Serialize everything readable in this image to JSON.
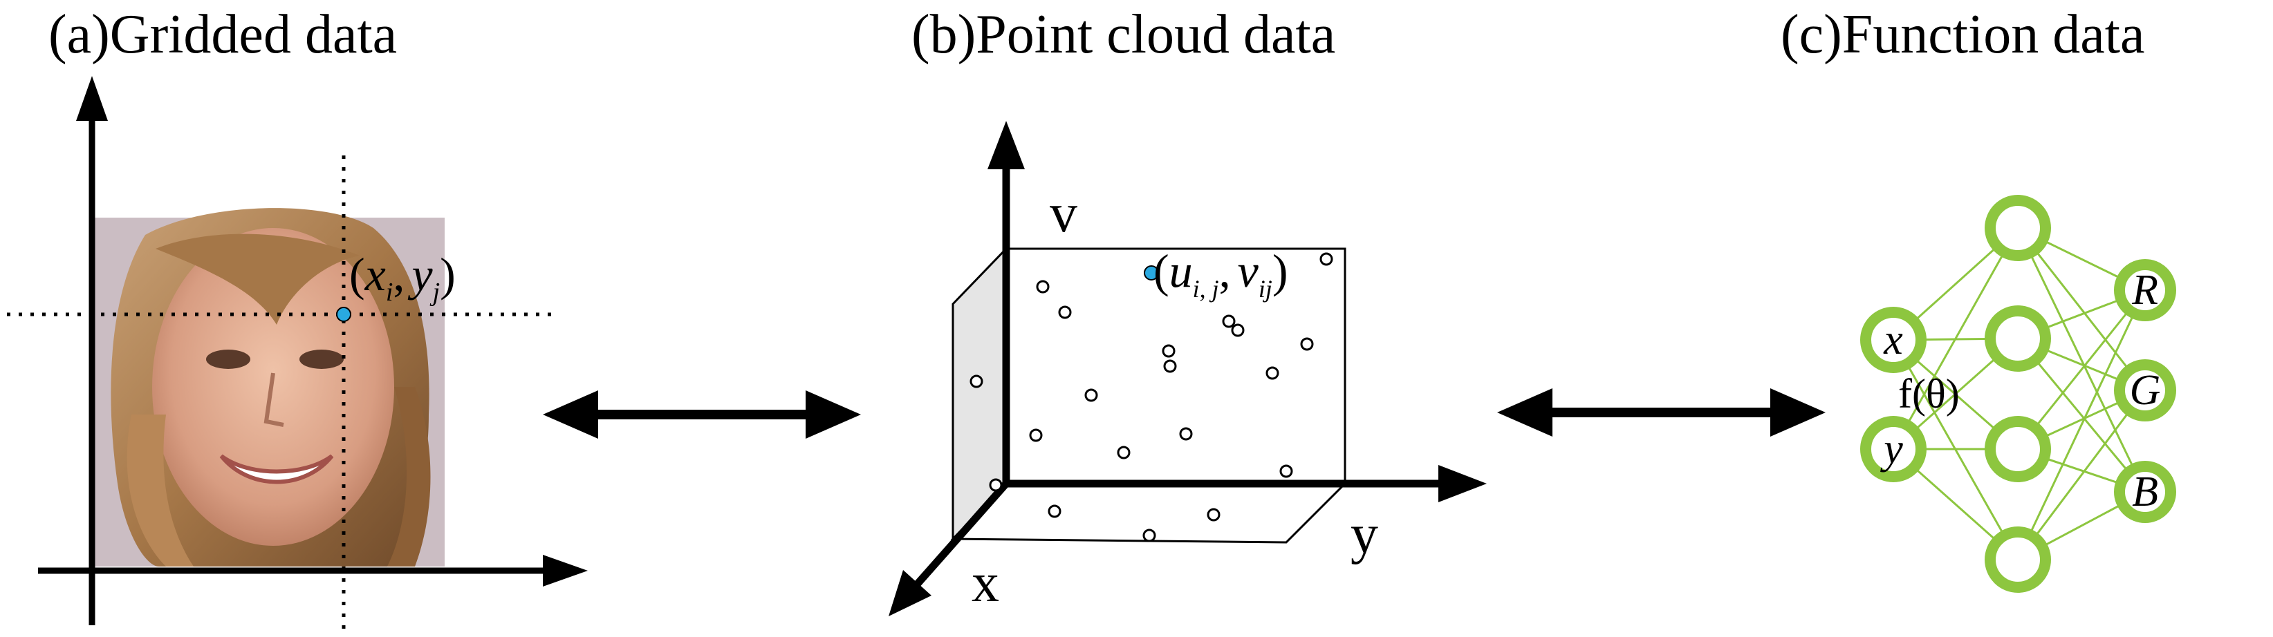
{
  "panels": {
    "a": {
      "title": "(a)Gridded data",
      "point_label": {
        "open": "(",
        "x": "x",
        "x_sub": "i",
        "comma": ",",
        "y": "y",
        "y_sub": "j",
        "close": ")"
      }
    },
    "b": {
      "title": "(b)Point cloud data",
      "axis_v": "v",
      "axis_y": "y",
      "axis_x": "x",
      "point_label": {
        "open": "(",
        "u": "u",
        "u_sub": "i, j",
        "comma": ",",
        "v": "v",
        "v_sub": "ij",
        "close": ")"
      }
    },
    "c": {
      "title": "(c)Function data",
      "inputs": [
        "x",
        "y"
      ],
      "outputs": [
        "R",
        "G",
        "B"
      ],
      "network_label": "f(θ)"
    }
  },
  "colors": {
    "highlight_point": "#29a9e0",
    "network_green": "#8dc63f",
    "ink": "#000000"
  },
  "icons": {
    "photo": "face-photo",
    "arrows": "double-headed-arrow"
  }
}
